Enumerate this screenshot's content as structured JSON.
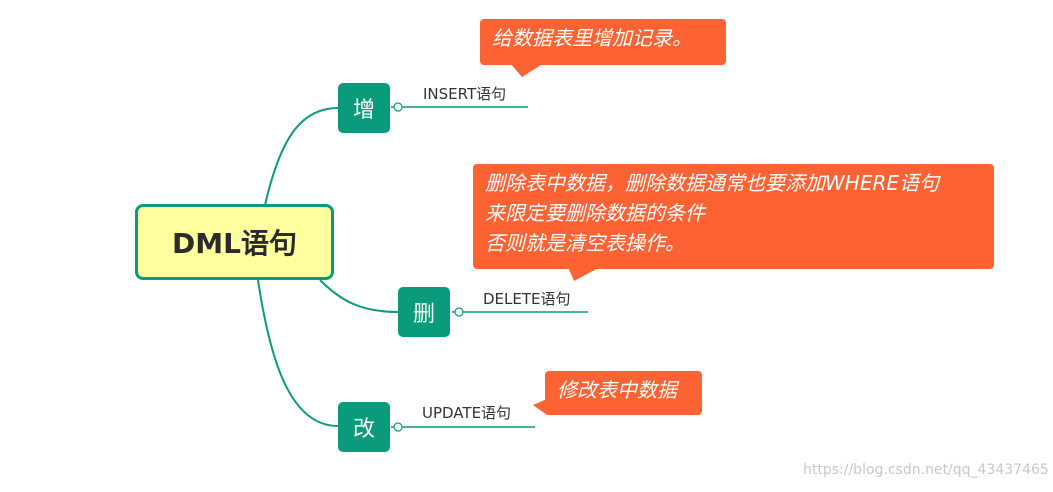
{
  "root": {
    "label": "DML语句"
  },
  "branches": [
    {
      "node": "增",
      "leaf": "INSERT语句",
      "note": [
        "给数据表里增加记录。"
      ]
    },
    {
      "node": "删",
      "leaf": "DELETE语句",
      "note": [
        "删除表中数据，删除数据通常也要添加WHERE语句",
        "来限定要删除数据的条件",
        "否则就是清空表操作。"
      ]
    },
    {
      "node": "改",
      "leaf": "UPDATE语句",
      "note": [
        "修改表中数据"
      ]
    }
  ],
  "colors": {
    "node": "#0a9a7c",
    "root_fill": "#ffff9f",
    "note": "#ff6233",
    "line": "#0a9a7c"
  },
  "watermark": "https://blog.csdn.net/qq_43437465"
}
